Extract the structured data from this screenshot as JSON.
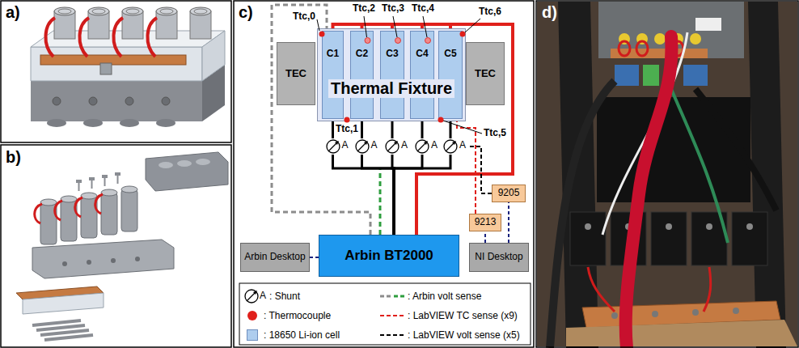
{
  "diagram": {
    "nodes": [
      {
        "text": [
          "TEC"
        ]
      },
      {
        "text": [
          "Thermal Fixture"
        ]
      },
      {
        "text": [
          "C1"
        ],
        "in": 1
      },
      {
        "text": [
          "C2"
        ],
        "in": 1
      },
      {
        "text": [
          "C3"
        ],
        "in": 1
      },
      {
        "text": [
          "C4"
        ],
        "in": 1
      },
      {
        "text": [
          "C5"
        ],
        "in": 1
      },
      {
        "text": [
          "TEC"
        ]
      },
      {
        "text": [
          "A"
        ]
      },
      {
        "text": [
          "A"
        ]
      },
      {
        "text": [
          "A"
        ]
      },
      {
        "text": [
          "A"
        ]
      },
      {
        "text": [
          "A"
        ]
      },
      {
        "text": [
          "9205"
        ]
      },
      {
        "text": [
          "9213"
        ]
      },
      {
        "text": [
          "Arbin Desktop"
        ]
      },
      {
        "text": [
          "Arbin BT2000"
        ]
      },
      {
        "text": [
          "NI Desktop"
        ]
      }
    ],
    "edges": [
      {
        "from": 16,
        "to": 2,
        "arrow": "none"
      },
      {
        "from": 16,
        "to": 2,
        "arrow": "none"
      },
      {
        "from": 16,
        "to": 3,
        "arrow": "none"
      },
      {
        "from": 16,
        "to": 4,
        "arrow": "none"
      },
      {
        "from": 16,
        "to": 5,
        "arrow": "none"
      },
      {
        "from": 16,
        "to": 6,
        "arrow": "none"
      },
      {
        "from": 16,
        "to": 8,
        "arrow": "none"
      },
      {
        "from": 16,
        "to": 9,
        "arrow": "none"
      },
      {
        "from": 16,
        "to": 10,
        "arrow": "none"
      },
      {
        "from": 16,
        "to": 11,
        "arrow": "none"
      },
      {
        "from": 16,
        "to": 12,
        "arrow": "none"
      },
      {
        "from": 8,
        "to": 2,
        "arrow": "none"
      },
      {
        "from": 9,
        "to": 3,
        "arrow": "none"
      },
      {
        "from": 10,
        "to": 4,
        "arrow": "none"
      },
      {
        "from": 11,
        "to": 5,
        "arrow": "none"
      },
      {
        "from": 12,
        "to": 6,
        "arrow": "none"
      },
      {
        "from": 15,
        "to": 16,
        "arrow": "none"
      },
      {
        "from": 17,
        "to": 13,
        "arrow": "none"
      },
      {
        "from": 17,
        "to": 14,
        "arrow": "none"
      },
      {
        "from": 13,
        "to": 12,
        "arrow": "none"
      },
      {
        "from": 14,
        "to": 6,
        "arrow": "none"
      }
    ],
    "labels": [
      "a)",
      "b)",
      "c)",
      "d)",
      "Ttc,0",
      "Ttc,2",
      "Ttc,3",
      "Ttc,4",
      "Ttc,6",
      "Ttc,1",
      "Ttc,5",
      "A"
    ],
    "legend": [
      {
        "text": ": Shunt"
      },
      {
        "text": ": Arbin volt sense"
      },
      {
        "text": ": Thermocouple",
        "color": "#e0201b"
      },
      {
        "text": ": LabVIEW TC sense (x9)"
      },
      {
        "text": ": 18650 Li-ion cell",
        "color": "#aecdee"
      },
      {
        "text": ": LabVIEW volt sense (x5)"
      }
    ]
  }
}
